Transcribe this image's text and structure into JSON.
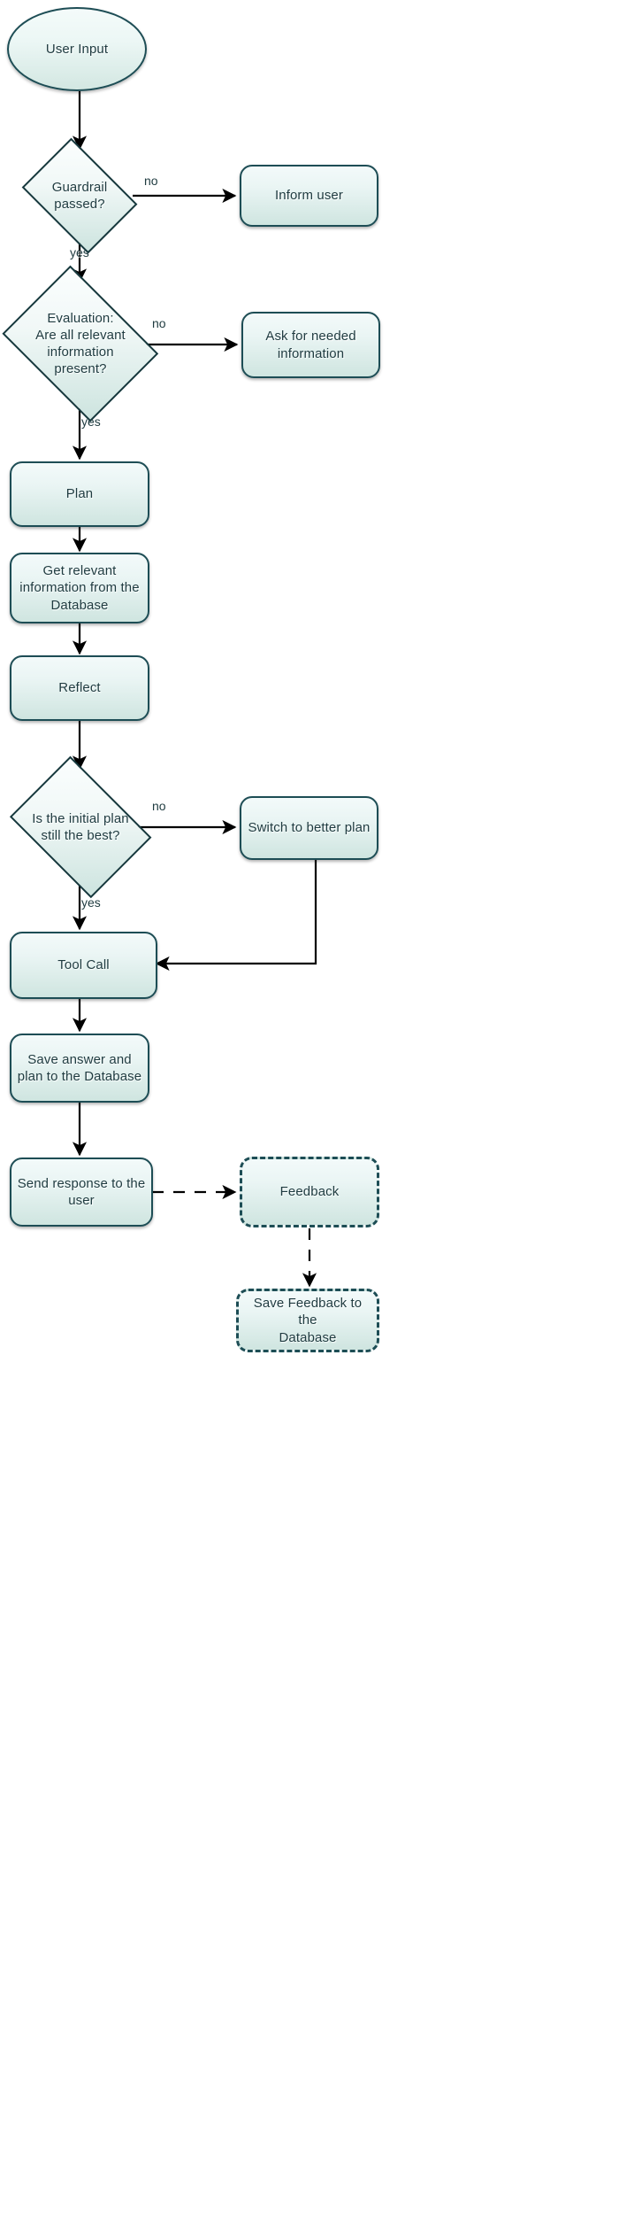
{
  "diagram": {
    "type": "flowchart",
    "title": "Agent Workflow Flowchart",
    "orientation": "top-to-bottom",
    "colors": {
      "node_fill_top": "#f3fafa",
      "node_fill_bottom": "#cfe5e0",
      "node_stroke": "#1d4d55",
      "text": "#1f3b40",
      "edge": "#000000",
      "background": "#ffffff"
    }
  },
  "nodes": [
    {
      "id": "user-input",
      "label": "User Input",
      "shape": "ellipse",
      "style": "solid"
    },
    {
      "id": "guardrail",
      "label": "Guardrail passed?",
      "shape": "diamond",
      "style": "solid"
    },
    {
      "id": "inform-user",
      "label": "Inform user",
      "shape": "box",
      "style": "solid"
    },
    {
      "id": "evaluation",
      "label": "Evaluation: Are all relevant information present?",
      "shape": "diamond",
      "style": "solid"
    },
    {
      "id": "ask-info",
      "label": "Ask for needed information",
      "shape": "box",
      "style": "solid"
    },
    {
      "id": "plan",
      "label": "Plan",
      "shape": "box",
      "style": "solid"
    },
    {
      "id": "get-info",
      "label": "Get relevant information from the Database",
      "shape": "box",
      "style": "solid"
    },
    {
      "id": "reflect",
      "label": "Reflect",
      "shape": "box",
      "style": "solid"
    },
    {
      "id": "still-best",
      "label": "Is the initial plan still the best?",
      "shape": "diamond",
      "style": "solid"
    },
    {
      "id": "switch-plan",
      "label": "Switch to better plan",
      "shape": "box",
      "style": "solid"
    },
    {
      "id": "tool-call",
      "label": "Tool Call",
      "shape": "box",
      "style": "solid"
    },
    {
      "id": "save-answer",
      "label": "Save answer and plan to the Database",
      "shape": "box",
      "style": "solid"
    },
    {
      "id": "send-response",
      "label": "Send response to the user",
      "shape": "box",
      "style": "solid"
    },
    {
      "id": "feedback",
      "label": "Feedback",
      "shape": "box",
      "style": "dashed"
    },
    {
      "id": "save-feedback",
      "label": "Save Feedback to the Database",
      "shape": "box",
      "style": "dashed"
    }
  ],
  "node_text": {
    "user_input": "User Input",
    "guardrail_line1": "Guardrail",
    "guardrail_line2": "passed?",
    "inform_user": "Inform user",
    "evaluation_line1": "Evaluation:",
    "evaluation_line2": "Are all relevant",
    "evaluation_line3": "information",
    "evaluation_line4": "present?",
    "ask_info_line1": "Ask for needed",
    "ask_info_line2": "information",
    "plan": "Plan",
    "get_info_line1": "Get relevant",
    "get_info_line2": "information from the",
    "get_info_line3": "Database",
    "reflect": "Reflect",
    "still_best_line1": "Is the initial plan",
    "still_best_line2": "still the best?",
    "switch_plan": "Switch to better plan",
    "tool_call": "Tool Call",
    "save_answer_line1": "Save answer and",
    "save_answer_line2": "plan to the Database",
    "send_response_line1": "Send response to the",
    "send_response_line2": "user",
    "feedback": "Feedback",
    "save_feedback_line1": "Save Feedback to the",
    "save_feedback_line2": "Database"
  },
  "edges": [
    {
      "id": "e1",
      "from": "user-input",
      "to": "guardrail",
      "label": "",
      "style": "solid"
    },
    {
      "id": "e2",
      "from": "guardrail",
      "to": "inform-user",
      "label": "no",
      "style": "solid"
    },
    {
      "id": "e3",
      "from": "guardrail",
      "to": "evaluation",
      "label": "yes",
      "style": "solid"
    },
    {
      "id": "e4",
      "from": "evaluation",
      "to": "ask-info",
      "label": "no",
      "style": "solid"
    },
    {
      "id": "e5",
      "from": "evaluation",
      "to": "plan",
      "label": "yes",
      "style": "solid"
    },
    {
      "id": "e6",
      "from": "plan",
      "to": "get-info",
      "label": "",
      "style": "solid"
    },
    {
      "id": "e7",
      "from": "get-info",
      "to": "reflect",
      "label": "",
      "style": "solid"
    },
    {
      "id": "e8",
      "from": "reflect",
      "to": "still-best",
      "label": "",
      "style": "solid"
    },
    {
      "id": "e9",
      "from": "still-best",
      "to": "switch-plan",
      "label": "no",
      "style": "solid"
    },
    {
      "id": "e10",
      "from": "still-best",
      "to": "tool-call",
      "label": "yes",
      "style": "solid"
    },
    {
      "id": "e11",
      "from": "switch-plan",
      "to": "tool-call",
      "label": "",
      "style": "solid"
    },
    {
      "id": "e12",
      "from": "tool-call",
      "to": "save-answer",
      "label": "",
      "style": "solid"
    },
    {
      "id": "e13",
      "from": "save-answer",
      "to": "send-response",
      "label": "",
      "style": "solid"
    },
    {
      "id": "e14",
      "from": "send-response",
      "to": "feedback",
      "label": "",
      "style": "dashed"
    },
    {
      "id": "e15",
      "from": "feedback",
      "to": "save-feedback",
      "label": "",
      "style": "dashed"
    }
  ],
  "edge_labels": {
    "guardrail_no": "no",
    "guardrail_yes": "yes",
    "evaluation_no": "no",
    "evaluation_yes": "yes",
    "still_best_no": "no",
    "still_best_yes": "yes"
  }
}
